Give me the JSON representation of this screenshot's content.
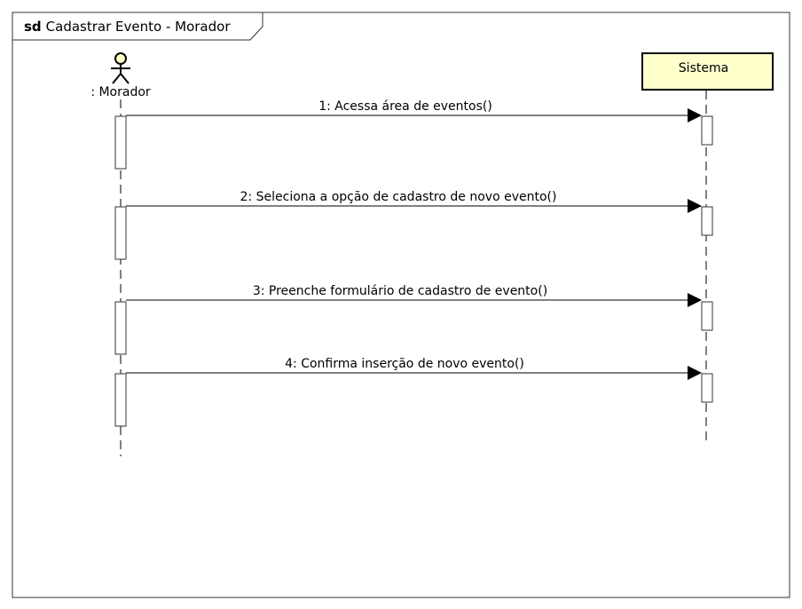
{
  "frame": {
    "keyword": "sd",
    "title": "Cadastrar Evento - Morador"
  },
  "actor": {
    "name": ": Morador",
    "icon": "stick-figure-icon",
    "head_fill": "#FFFFCC"
  },
  "participant": {
    "name": "Sistema",
    "fill": "#FFFFCC"
  },
  "messages": [
    {
      "number": "1",
      "label": "1: Acessa área de eventos()"
    },
    {
      "number": "2",
      "label": "2: Seleciona a opção de cadastro de novo evento()"
    },
    {
      "number": "3",
      "label": "3: Preenche formulário de cadastro de evento()"
    },
    {
      "number": "4",
      "label": "4: Confirma inserção de novo evento()"
    }
  ]
}
